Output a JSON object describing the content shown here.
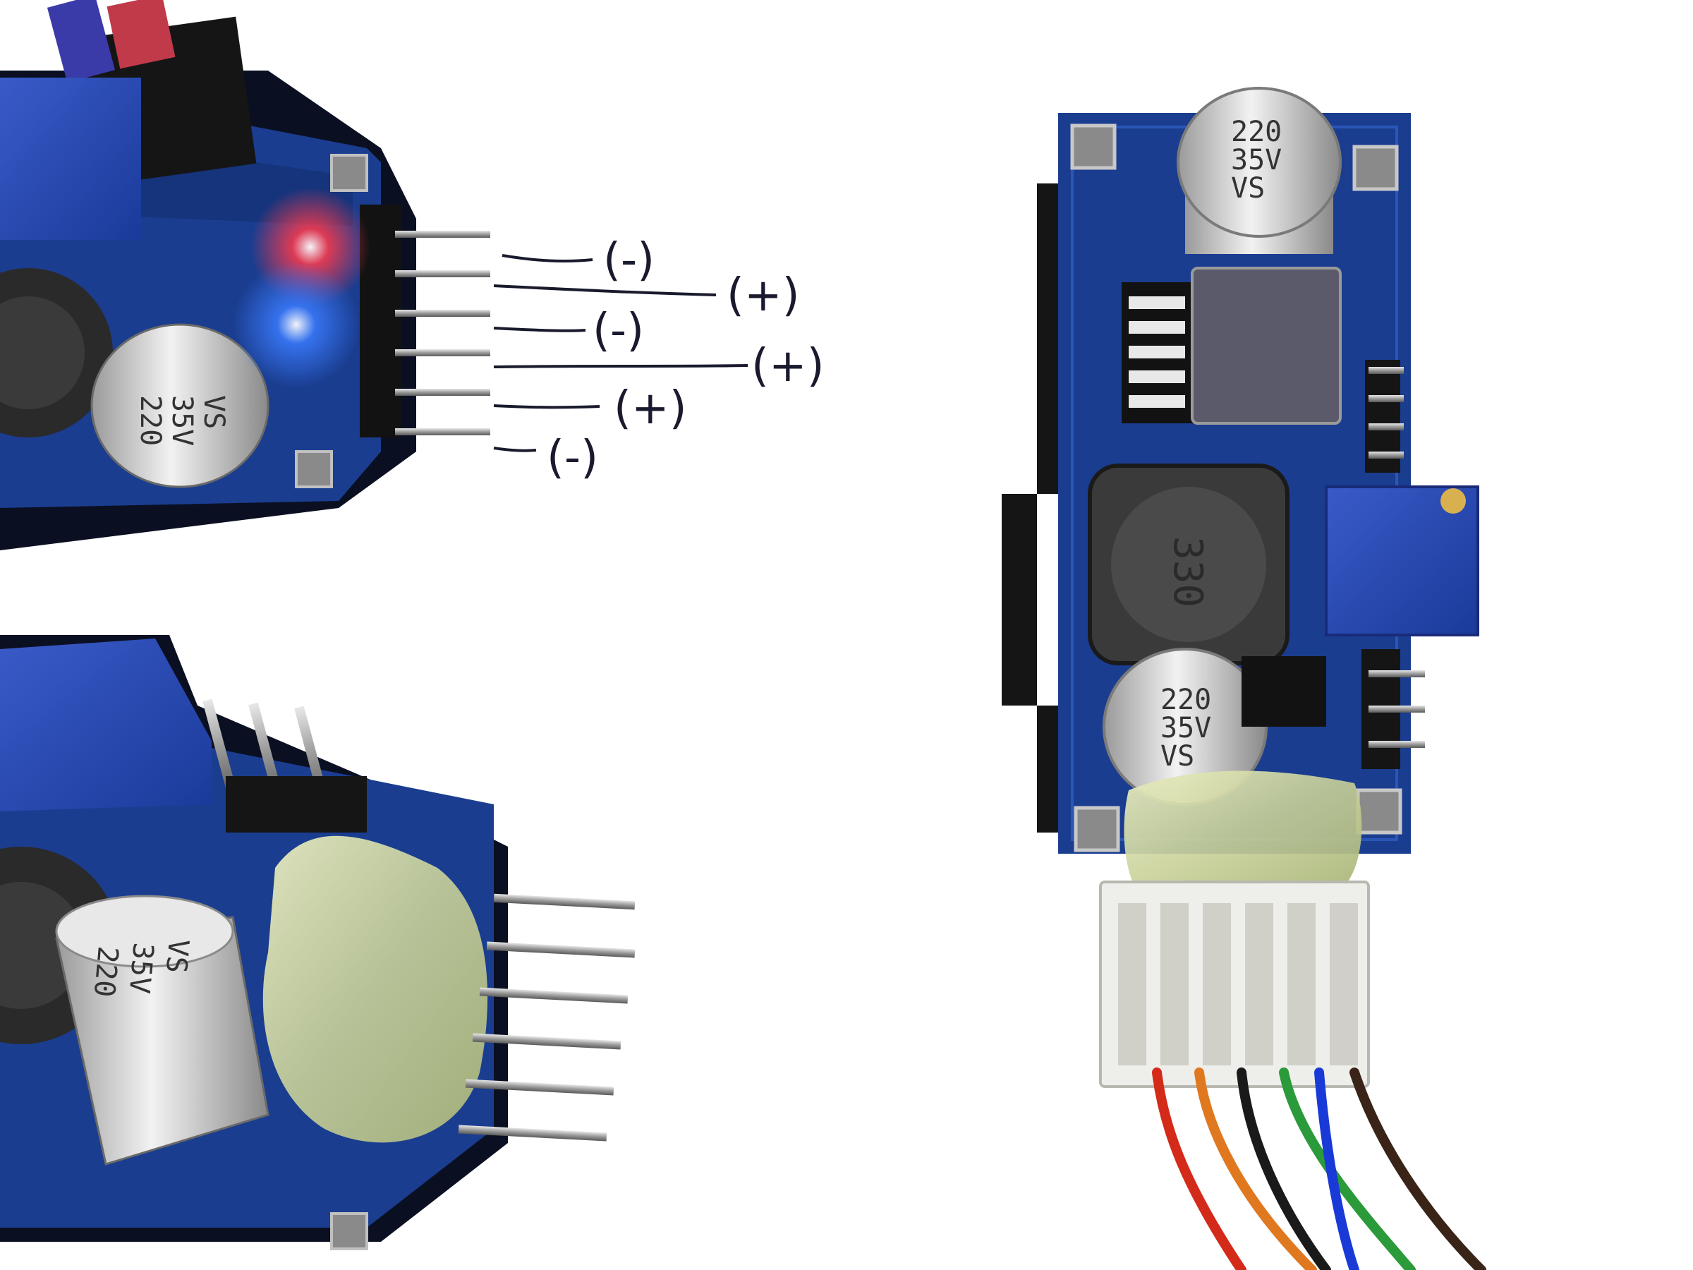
{
  "annotations": {
    "pin_labels": [
      "(-)",
      "(+)",
      "(-)",
      "(+)",
      "(+)",
      "(-)"
    ]
  },
  "components": {
    "capacitor_value": "220",
    "capacitor_voltage": "35V",
    "capacitor_series": "VS",
    "inductor_marking": "330"
  },
  "colors": {
    "pcb": "#1a3d8f",
    "pcb_dark": "#0f2a66",
    "solder_mask_trace": "#2a56b8",
    "glue": "#d8dcae",
    "led_red": "#ff3a4a",
    "led_blue": "#3a6bff",
    "wire_red": "#d42a1a",
    "wire_orange": "#e07820",
    "wire_black": "#1a1a1a",
    "wire_green": "#2a9a3a",
    "wire_blue": "#1a3ad8",
    "wire_brown": "#3a2418"
  }
}
